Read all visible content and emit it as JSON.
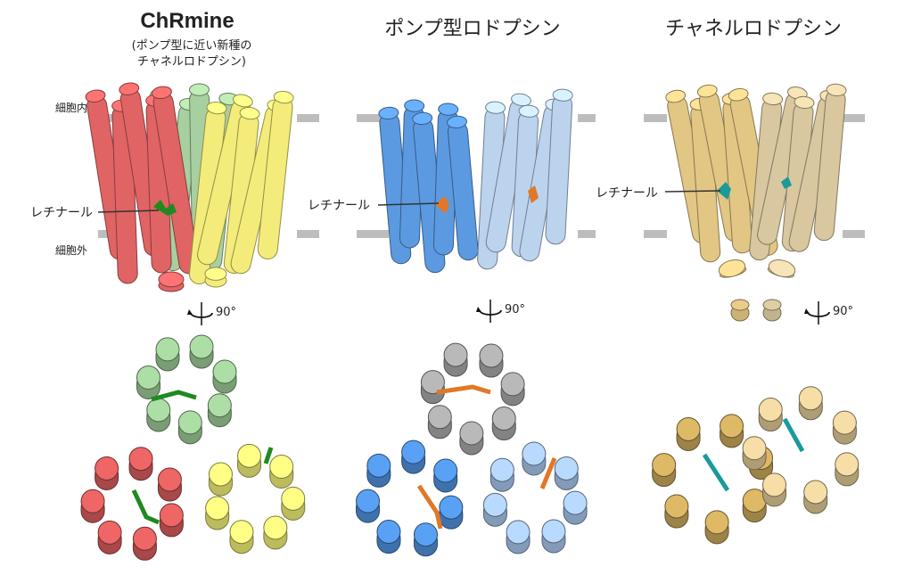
{
  "panels": [
    {
      "title": "ChRmine",
      "subtitle_line1": "(ポンプ型に近い新種の",
      "subtitle_line2": "チャネルロドプシン)",
      "retinal_label": "レチナール",
      "rotation_label": "90°",
      "colors": {
        "left": "#e06464",
        "right": "#f3ec7a",
        "back": "#a8cf9f",
        "retinal": "#1f8a1f",
        "top_a": "#c65555",
        "top_b": "#dddd70",
        "top_c": "#8fb98a"
      }
    },
    {
      "title": "ポンプ型ロドプシン",
      "retinal_label": "レチナール",
      "rotation_label": "90°",
      "colors": {
        "left": "#5b9ae0",
        "right": "#bcd3ee",
        "retinal": "#e07828",
        "top_a": "#4a86cc",
        "top_b": "#9ab6d8",
        "top_c": "#9a9a9a"
      }
    },
    {
      "title": "チャネルロドプシン",
      "retinal_label": "レチナール",
      "rotation_label": "90°",
      "colors": {
        "left": "#e2c683",
        "right": "#d8c79f",
        "retinal": "#1a9a9a",
        "top_a": "#b99a55",
        "top_b": "#cdb98a"
      }
    }
  ],
  "membrane_labels": {
    "inside": "細胞内",
    "outside": "細胞外"
  },
  "membrane_color": "#bdbdbd"
}
